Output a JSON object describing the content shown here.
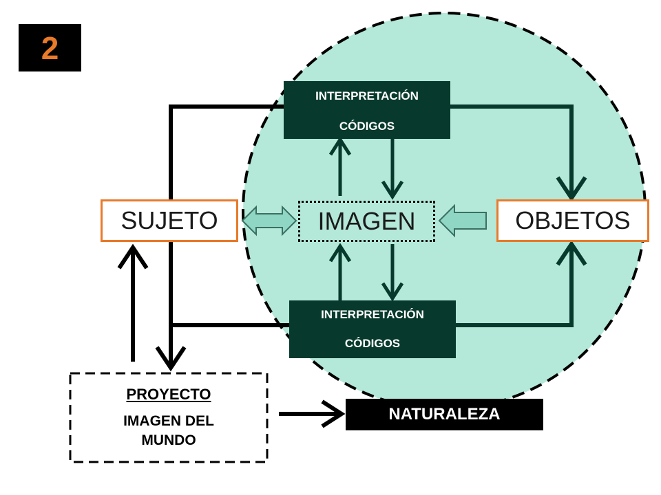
{
  "badge": {
    "number": "2"
  },
  "nodes": {
    "interp_top": {
      "line1": "INTERPRETACIÓN",
      "line2": "CÓDIGOS"
    },
    "interp_bottom": {
      "line1": "INTERPRETACIÓN",
      "line2": "CÓDIGOS"
    },
    "sujeto": "SUJETO",
    "imagen": "IMAGEN",
    "objetos": "OBJETOS",
    "naturaleza": "NATURALEZA",
    "proyecto": {
      "title": "PROYECTO",
      "subtitle": "IMAGEN DEL MUNDO"
    }
  },
  "colors": {
    "circle_fill": "#b4e8d8",
    "dark_box": "#073a2c",
    "orange_border": "#e87a2a",
    "badge_text": "#e87a2a",
    "arrow_fill": "#8fd6c4"
  }
}
